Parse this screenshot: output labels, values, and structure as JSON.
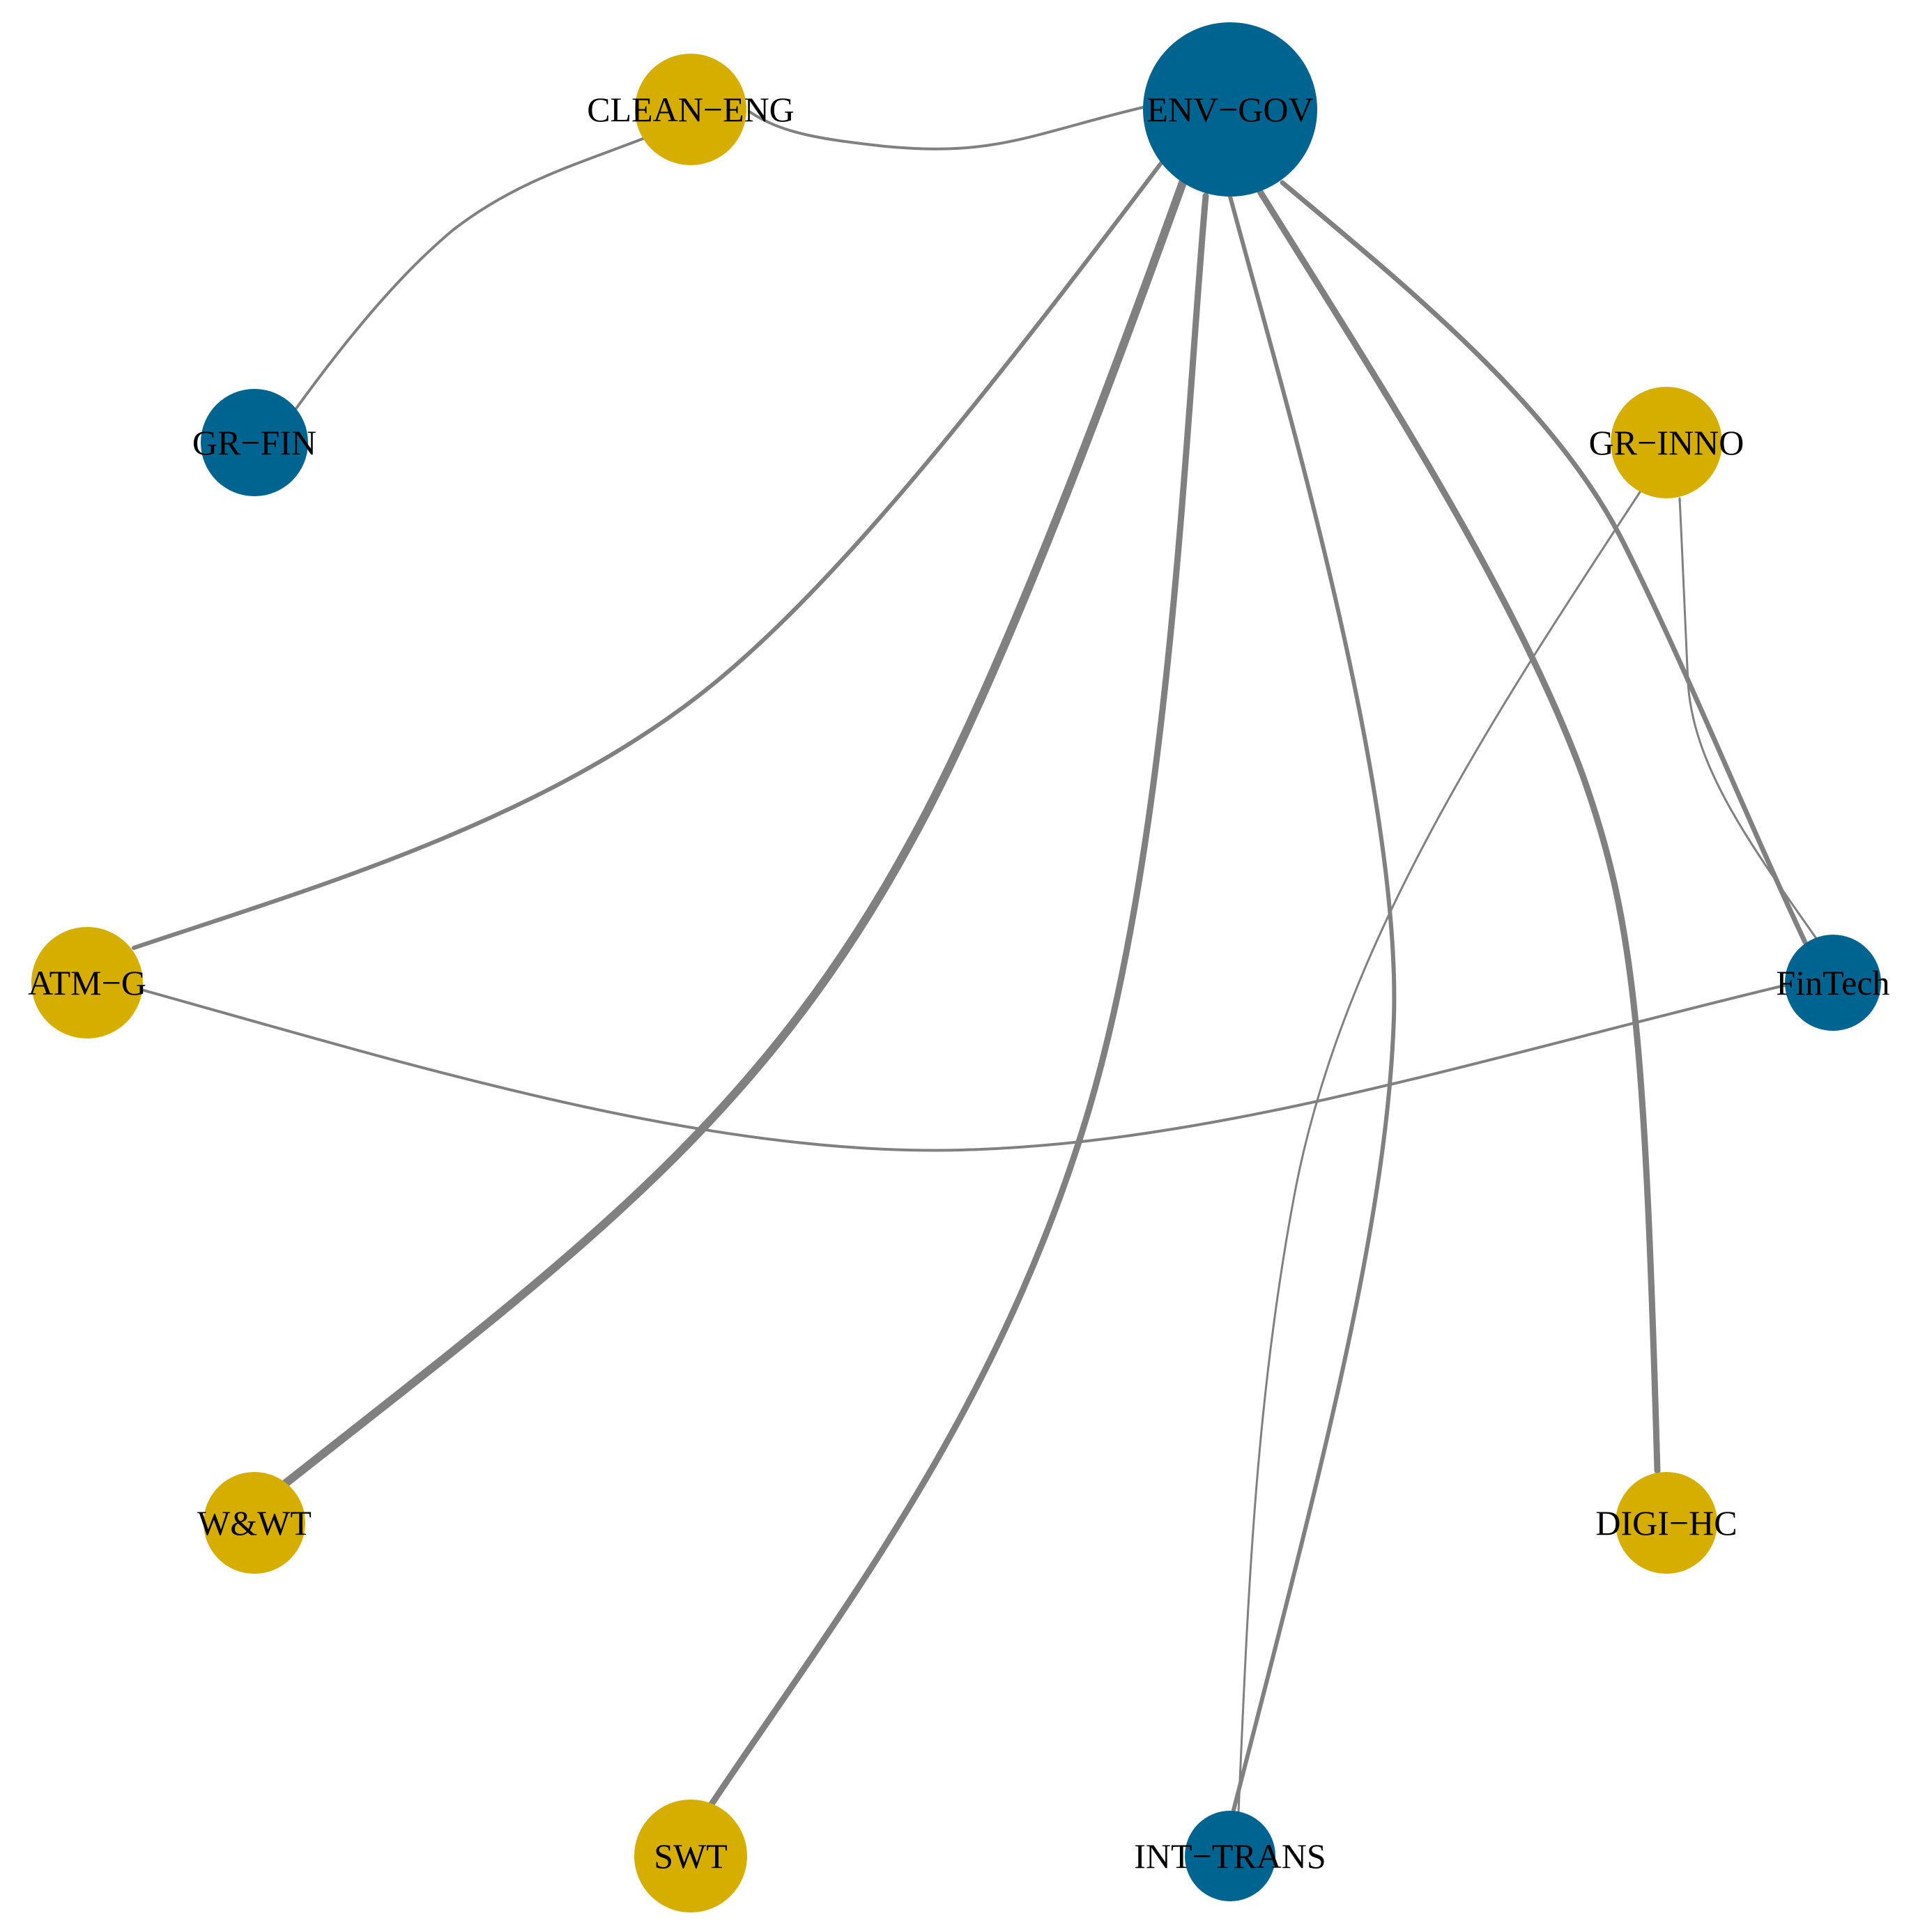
{
  "diagram": {
    "type": "directed-network",
    "edge_color": "#808080",
    "node_colors": {
      "blue": "#006490",
      "gold": "#D6AE00"
    },
    "nodes": [
      {
        "id": "ENV",
        "label": "ENV−GOV",
        "color": "blue"
      },
      {
        "id": "CLEAN",
        "label": "CLEAN−ENG",
        "color": "gold"
      },
      {
        "id": "GRFIN",
        "label": "GR−FIN",
        "color": "blue"
      },
      {
        "id": "GRINNO",
        "label": "GR−INNO",
        "color": "gold"
      },
      {
        "id": "ATM",
        "label": "ATM−G",
        "color": "gold"
      },
      {
        "id": "FIN",
        "label": "FinTech",
        "color": "blue"
      },
      {
        "id": "WWT",
        "label": "W&WT",
        "color": "gold"
      },
      {
        "id": "DIGI",
        "label": "DIGI−HC",
        "color": "gold"
      },
      {
        "id": "SWT",
        "label": "SWT",
        "color": "gold"
      },
      {
        "id": "INT",
        "label": "INT−TRANS",
        "color": "blue"
      }
    ],
    "edges": [
      {
        "from": "ENV",
        "to": "CLEAN",
        "weight": 4
      },
      {
        "from": "GRFIN",
        "to": "CLEAN",
        "weight": 4
      },
      {
        "from": "ENV",
        "to": "ATM",
        "weight": 6
      },
      {
        "from": "ENV",
        "to": "WWT",
        "weight": 12
      },
      {
        "from": "ENV",
        "to": "SWT",
        "weight": 9
      },
      {
        "from": "ENV",
        "to": "INT",
        "weight": 6
      },
      {
        "from": "ENV",
        "to": "DIGI",
        "weight": 9
      },
      {
        "from": "ENV",
        "to": "FIN",
        "weight": 7
      },
      {
        "from": "FIN",
        "to": "ATM",
        "weight": 4
      },
      {
        "from": "FIN",
        "to": "GRINNO",
        "weight": 3
      },
      {
        "from": "INT",
        "to": "GRINNO",
        "weight": 3
      }
    ]
  }
}
